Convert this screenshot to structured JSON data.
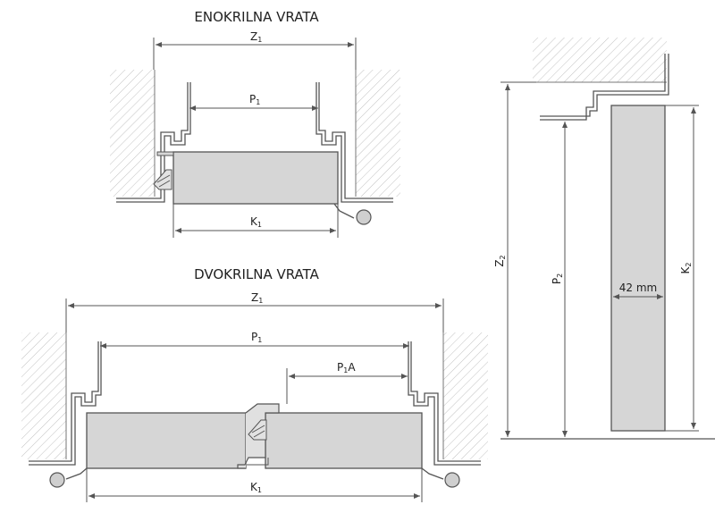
{
  "single_door": {
    "title": "ENOKRILNA VRATA",
    "labels": {
      "z1": {
        "main": "Z",
        "sub": "1"
      },
      "p1": {
        "main": "P",
        "sub": "1"
      },
      "k1": {
        "main": "K",
        "sub": "1"
      }
    }
  },
  "double_door": {
    "title": "DVOKRILNA VRATA",
    "labels": {
      "z1": {
        "main": "Z",
        "sub": "1"
      },
      "p1": {
        "main": "P",
        "sub": "1"
      },
      "p1a": {
        "main": "P",
        "sub": "1",
        "suffix": "A"
      },
      "k1": {
        "main": "K",
        "sub": "1"
      }
    }
  },
  "side_section": {
    "labels": {
      "z2": {
        "main": "Z",
        "sub": "2"
      },
      "p2": {
        "main": "P",
        "sub": "2"
      },
      "k2": {
        "main": "K",
        "sub": "2"
      },
      "thickness": "42 mm"
    }
  },
  "colors": {
    "line": "#555555",
    "panel": "#d6d6d6",
    "hatch": "#bbbbbb",
    "handle": "#cfcfcf"
  }
}
